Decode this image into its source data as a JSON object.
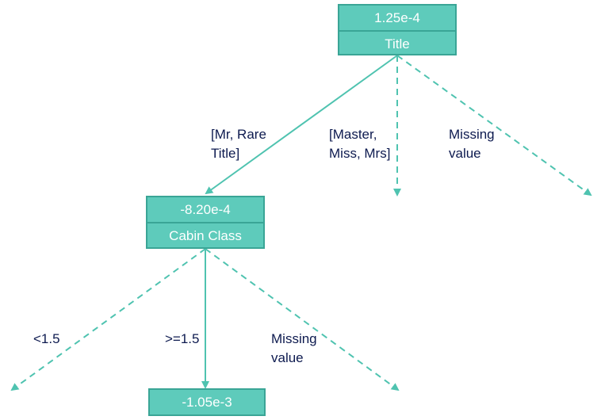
{
  "colors": {
    "node_fill": "#5ecbbb",
    "node_border": "#3aa596",
    "edge": "#4fc3b0",
    "label_text": "#0d1a4f",
    "node_text": "#ffffff"
  },
  "tree": {
    "root": {
      "value": "1.25e-4",
      "feature": "Title"
    },
    "child": {
      "value": "-8.20e-4",
      "feature": "Cabin Class"
    },
    "leaf": {
      "value": "-1.05e-3"
    }
  },
  "edges": {
    "root_left": "[Mr, Rare\nTitle]",
    "root_middle": "[Master,\nMiss, Mrs]",
    "root_right": "Missing\nvalue",
    "child_left": "<1.5",
    "child_middle": ">=1.5",
    "child_right": "Missing\nvalue"
  }
}
